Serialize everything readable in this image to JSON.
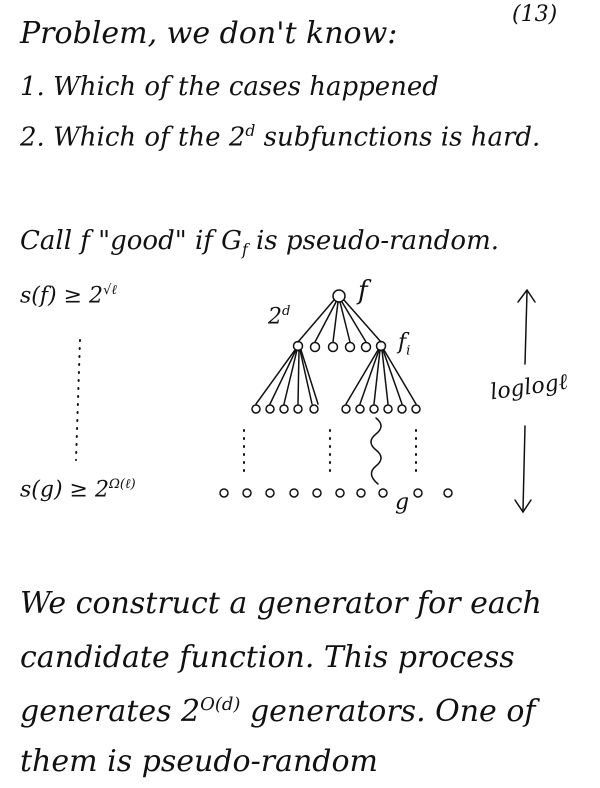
{
  "page_number": "13",
  "heading": "Problem, we don't know:",
  "items": [
    "1. Which of the cases happened",
    "2. Which of the 2",
    "d",
    " subfunctions is hard."
  ],
  "definition": "Call f \"good\" if G",
  "definition_sub": "f",
  "definition_end": " is pseudo-random.",
  "diagram": {
    "top_size": "s(f) ≥ 2",
    "top_size_exp": "√ℓ",
    "bottom_size": "s(g) ≥ 2",
    "bottom_size_exp": "Ω(ℓ)",
    "root_label": "f",
    "branch_label": "2",
    "branch_label_exp": "d",
    "child_label": "f",
    "child_label_sub": "i",
    "leaf_label": "g",
    "depth_label": "loglogℓ"
  },
  "paragraph": [
    "We construct a generator for each",
    "candidate function. This process",
    "generates 2",
    "O(d)",
    " generators. One of",
    "them is pseudo-random"
  ]
}
